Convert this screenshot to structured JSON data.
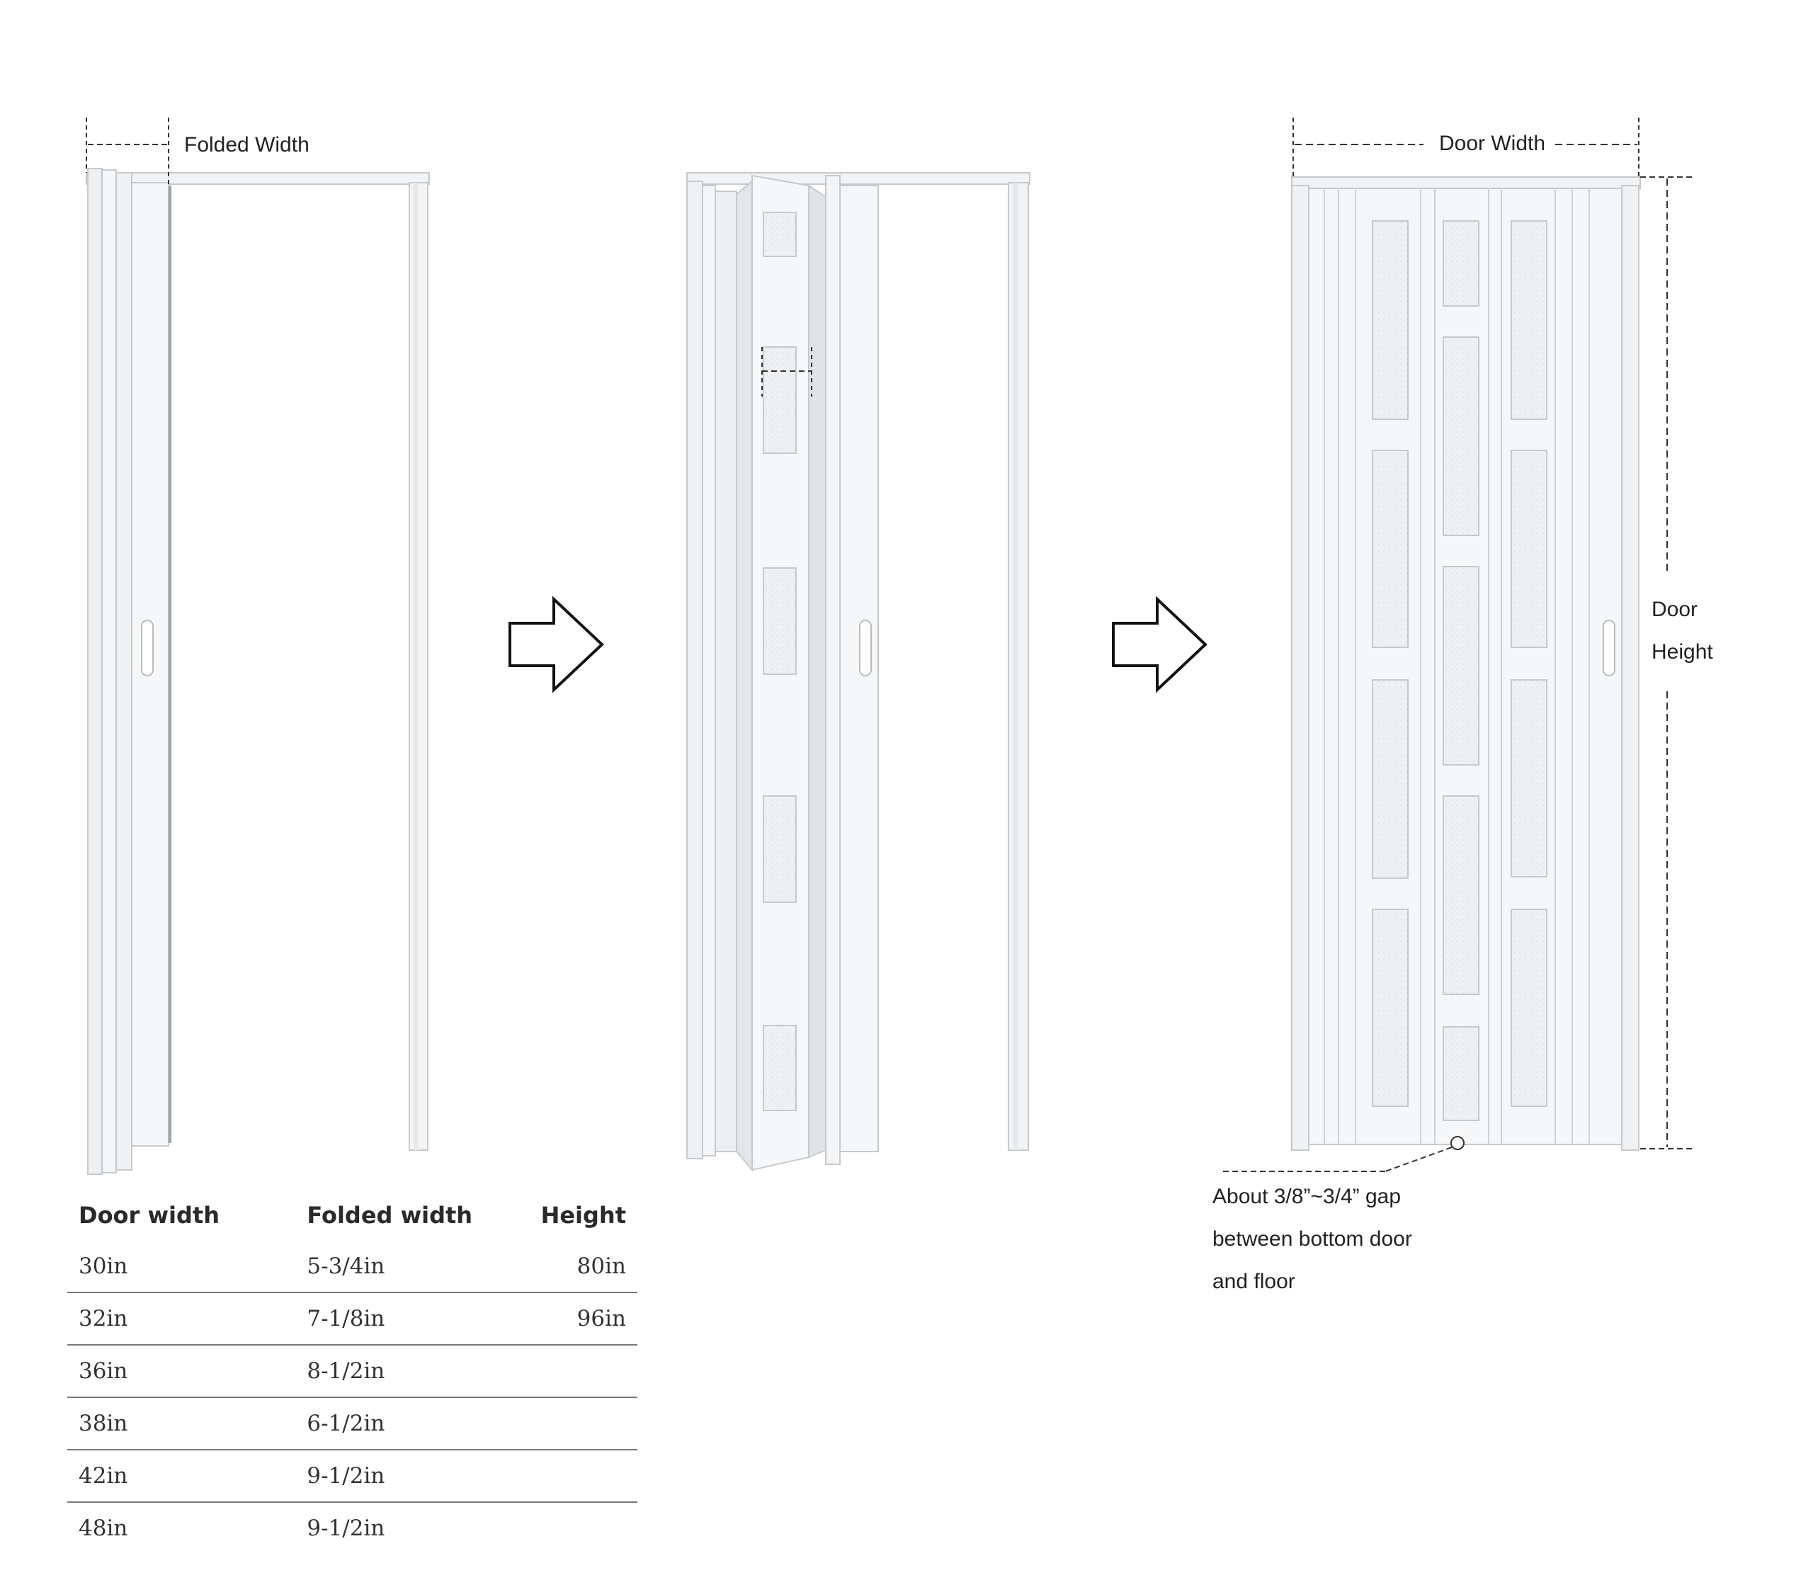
{
  "labels": {
    "folded_width": "Folded Width",
    "door_width": "Door Width",
    "door_height_line1": "Door",
    "door_height_line2": "Height",
    "gap_note": [
      "About 3/8”~3/4” gap",
      "between bottom door",
      "and floor"
    ]
  },
  "steps": [
    {
      "name": "folded",
      "description_icon": "door-folded"
    },
    {
      "name": "half-open",
      "description_icon": "door-partially-open"
    },
    {
      "name": "closed",
      "description_icon": "door-fully-closed"
    }
  ],
  "arrows": [
    "arrow-right-icon",
    "arrow-right-icon"
  ],
  "spec_table": {
    "headers": [
      "Door width",
      "Folded width",
      "Height"
    ],
    "rows": [
      [
        "30in",
        "5-3/4in",
        "80in"
      ],
      [
        "32in",
        "7-1/8in",
        "96in"
      ],
      [
        "36in",
        "8-1/2in",
        ""
      ],
      [
        "38in",
        "6-1/2in",
        ""
      ],
      [
        "42in",
        "9-1/2in",
        ""
      ],
      [
        "48in",
        "9-1/2in",
        ""
      ]
    ]
  },
  "colors": {
    "door_fill": "#f4f5f6",
    "door_stroke": "#c9cdd1",
    "glass": "#e9ecef",
    "dim_line": "#333333",
    "rule": "#777777"
  }
}
